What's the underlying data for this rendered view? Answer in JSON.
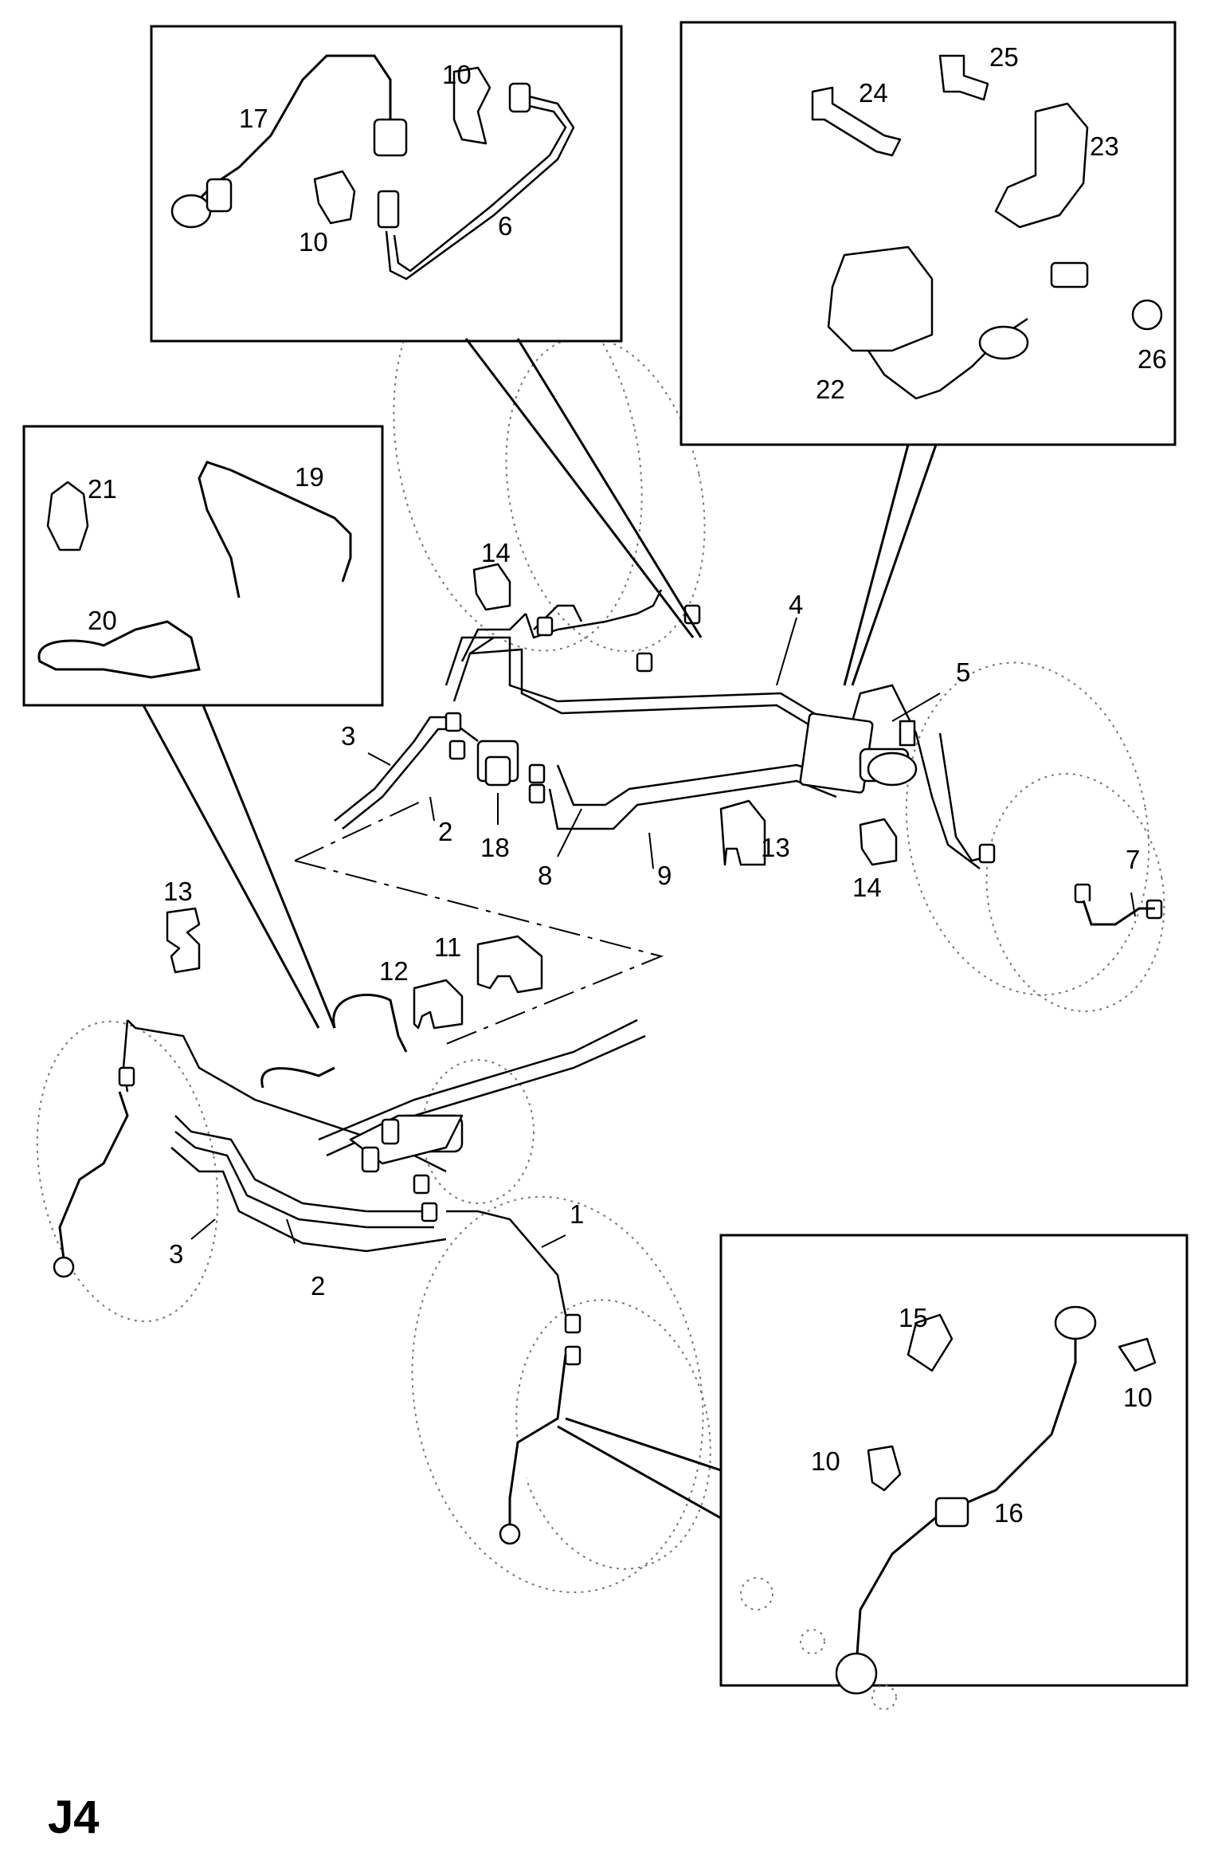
{
  "sheet_code": "J4",
  "callouts": {
    "c1": "1",
    "c2a": "2",
    "c2b": "2",
    "c3a": "3",
    "c3b": "3",
    "c4": "4",
    "c5": "5",
    "c6": "6",
    "c7": "7",
    "c8": "8",
    "c9": "9",
    "c10a": "10",
    "c10b": "10",
    "c10c": "10",
    "c10d": "10",
    "c11": "11",
    "c12": "12",
    "c13a": "13",
    "c13b": "13",
    "c14a": "14",
    "c14b": "14",
    "c15": "15",
    "c16": "16",
    "c17": "17",
    "c18": "18",
    "c19": "19",
    "c20": "20",
    "c21": "21",
    "c22": "22",
    "c23": "23",
    "c24": "24",
    "c25": "25",
    "c26": "26"
  }
}
